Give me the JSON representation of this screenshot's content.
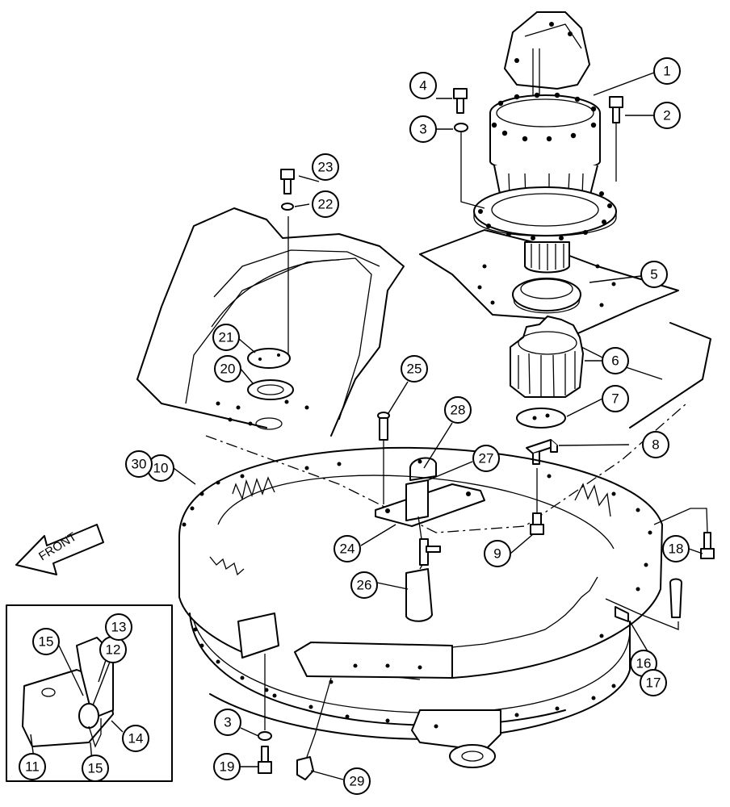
{
  "front_label": "FRONT",
  "callouts": [
    "1",
    "2",
    "3",
    "4",
    "5",
    "6",
    "7",
    "8",
    "9",
    "10",
    "11",
    "12",
    "13",
    "14",
    "15",
    "15",
    "16",
    "17",
    "18",
    "19",
    "20",
    "21",
    "22",
    "23",
    "24",
    "25",
    "26",
    "27",
    "28",
    "29",
    "30",
    "3"
  ]
}
